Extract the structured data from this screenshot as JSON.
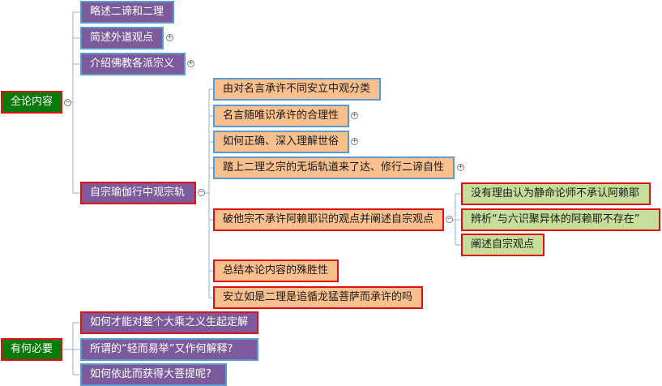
{
  "mindmap": {
    "root1": {
      "label": "全论内容"
    },
    "root2": {
      "label": "有何必要"
    },
    "l1": [
      {
        "label": "略述二谛和二理"
      },
      {
        "label": "简述外道观点"
      },
      {
        "label": "介绍佛教各派宗义"
      },
      {
        "label": "自宗瑜伽行中观宗轨"
      }
    ],
    "l2": [
      {
        "label": "由对名言承许不同安立中观分类"
      },
      {
        "label": "名言随唯识承许的合理性"
      },
      {
        "label": "如何正确、深入理解世俗"
      },
      {
        "label": "踏上二理之宗的无垢轨道来了达、修行二谛自性"
      },
      {
        "label": "破他宗不承许阿赖耶识的观点并阐述自宗观点"
      },
      {
        "label": "总结本论内容的殊胜性"
      },
      {
        "label": "安立如是二理是追循龙猛菩萨而承许的吗"
      }
    ],
    "l3": [
      {
        "label": "没有理由认为静命论师不承认阿赖耶"
      },
      {
        "label": "辨析“与六识聚异体的阿赖耶不存在”"
      },
      {
        "label": "阐述自宗观点"
      }
    ],
    "l4": [
      {
        "label": "如何才能对整个大乘之义生起定解"
      },
      {
        "label": "所谓的“轻而易举”又作何解释?"
      },
      {
        "label": "如何依此而获得大菩提呢?"
      }
    ],
    "toggles": {
      "expand": "+",
      "collapse": "−"
    }
  }
}
